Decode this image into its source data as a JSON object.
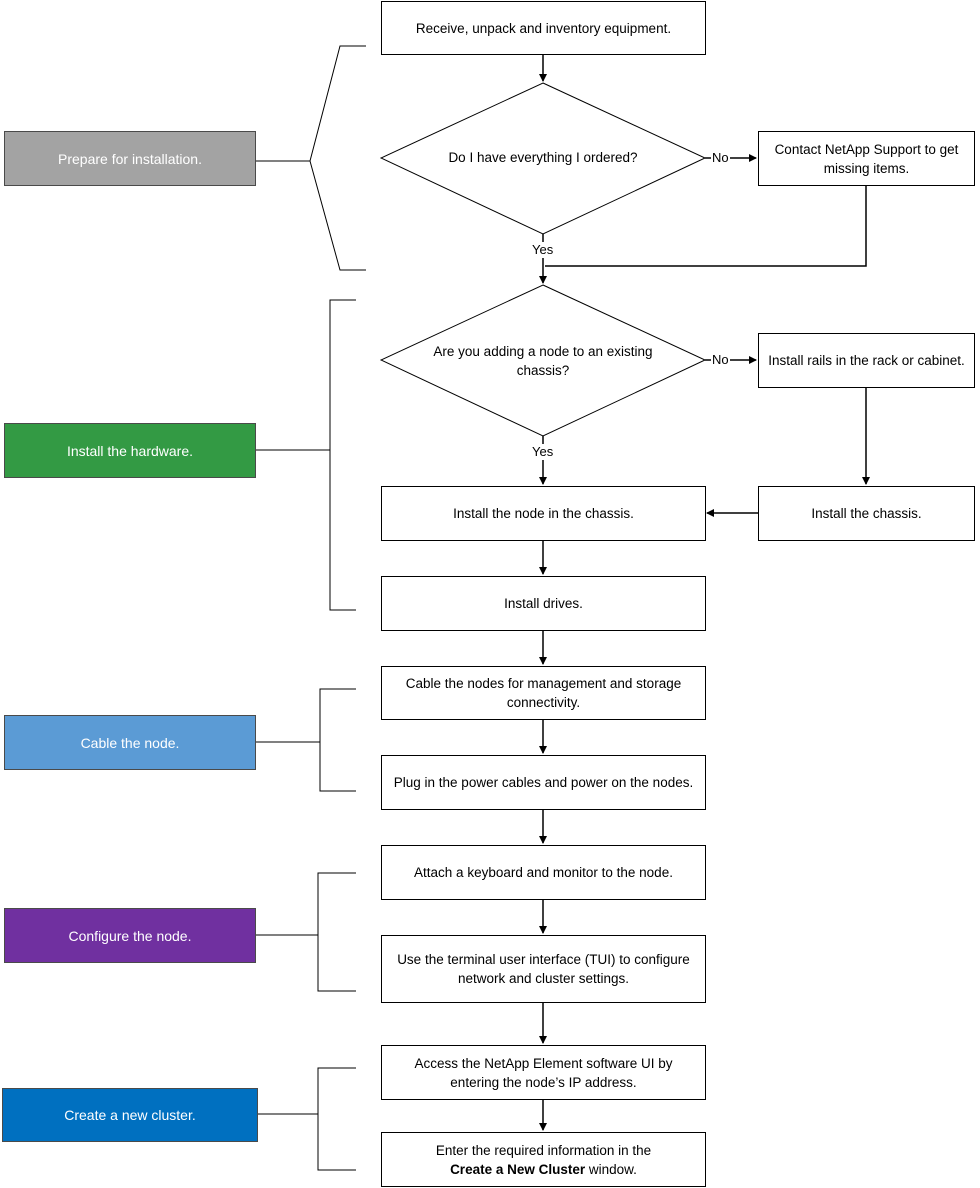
{
  "phases": {
    "prepare": {
      "label": "Prepare for installation.",
      "color": "#a3a3a3"
    },
    "hardware": {
      "label": "Install the hardware.",
      "color": "#339a44"
    },
    "cable": {
      "label": "Cable the node.",
      "color": "#5b9bd5"
    },
    "configure": {
      "label": "Configure the node.",
      "color": "#7030a0"
    },
    "cluster": {
      "label": "Create a new cluster.",
      "color": "#0070c0"
    }
  },
  "steps": {
    "receive": "Receive, unpack and inventory equipment.",
    "contact_support": "Contact NetApp Support to get missing items.",
    "install_rails": "Install rails in the rack or cabinet.",
    "install_node": "Install the node in the chassis.",
    "install_chassis": "Install the chassis.",
    "install_drives": "Install drives.",
    "cable_nodes": "Cable the nodes for management and storage connectivity.",
    "plug_power": "Plug in the power cables and power on the nodes.",
    "attach_keyboard": "Attach a keyboard and monitor to the node.",
    "use_tui": "Use the terminal user interface (TUI) to configure network and cluster settings.",
    "access_ui": "Access the NetApp Element software UI by entering the node’s IP address.",
    "enter_info_pre": "Enter the required information in the",
    "enter_info_bold": "Create a New Cluster",
    "enter_info_post": "window."
  },
  "decisions": {
    "have_everything": {
      "question": "Do I have everything I ordered?",
      "no_label": "No",
      "yes_label": "Yes"
    },
    "adding_node": {
      "question": "Are you adding a node to an existing chassis?",
      "no_label": "No",
      "yes_label": "Yes"
    }
  }
}
